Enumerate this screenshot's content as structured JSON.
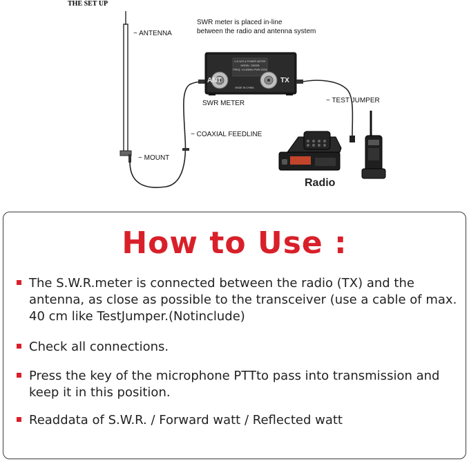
{
  "diagram": {
    "setup_title": "THE SET UP",
    "labels": {
      "antenna": "~ ANTENNA",
      "mount": "~ MOUNT",
      "coaxial": "~ COAXIAL FEEDLINE",
      "swr_meter": "SWR METER",
      "test_jumper": "~ TEST JUMPER",
      "radio": "Radio"
    },
    "note_line1": "SWR meter is placed in-line",
    "note_line2": "between the radio and antenna system",
    "meter_panel": {
      "ant": "ANT",
      "tx": "TX",
      "line1": "U.S.W.R & POWER METER",
      "line2": "MODEL: SW20B",
      "line3": "FREQ: 1.5-60MHz   PWR:120W",
      "made_in": "MADE IN CHINA"
    }
  },
  "how_to_use": {
    "title": "How to Use :",
    "bullets": [
      "The S.W.R.meter is connected between the  radio (TX) and the antenna, as close as possible to the transceiver (use a cable of max. 40 cm like TestJumper.(Notinclude)",
      "Check all connections.",
      "Press the key of the microphone PTTto pass into transmission and keep it in this position.",
      "Readdata of S.W.R. / Forward watt  / Reflected watt"
    ]
  },
  "colors": {
    "accent": "#d8202a",
    "text": "#222222",
    "border": "#3c3c3c"
  }
}
